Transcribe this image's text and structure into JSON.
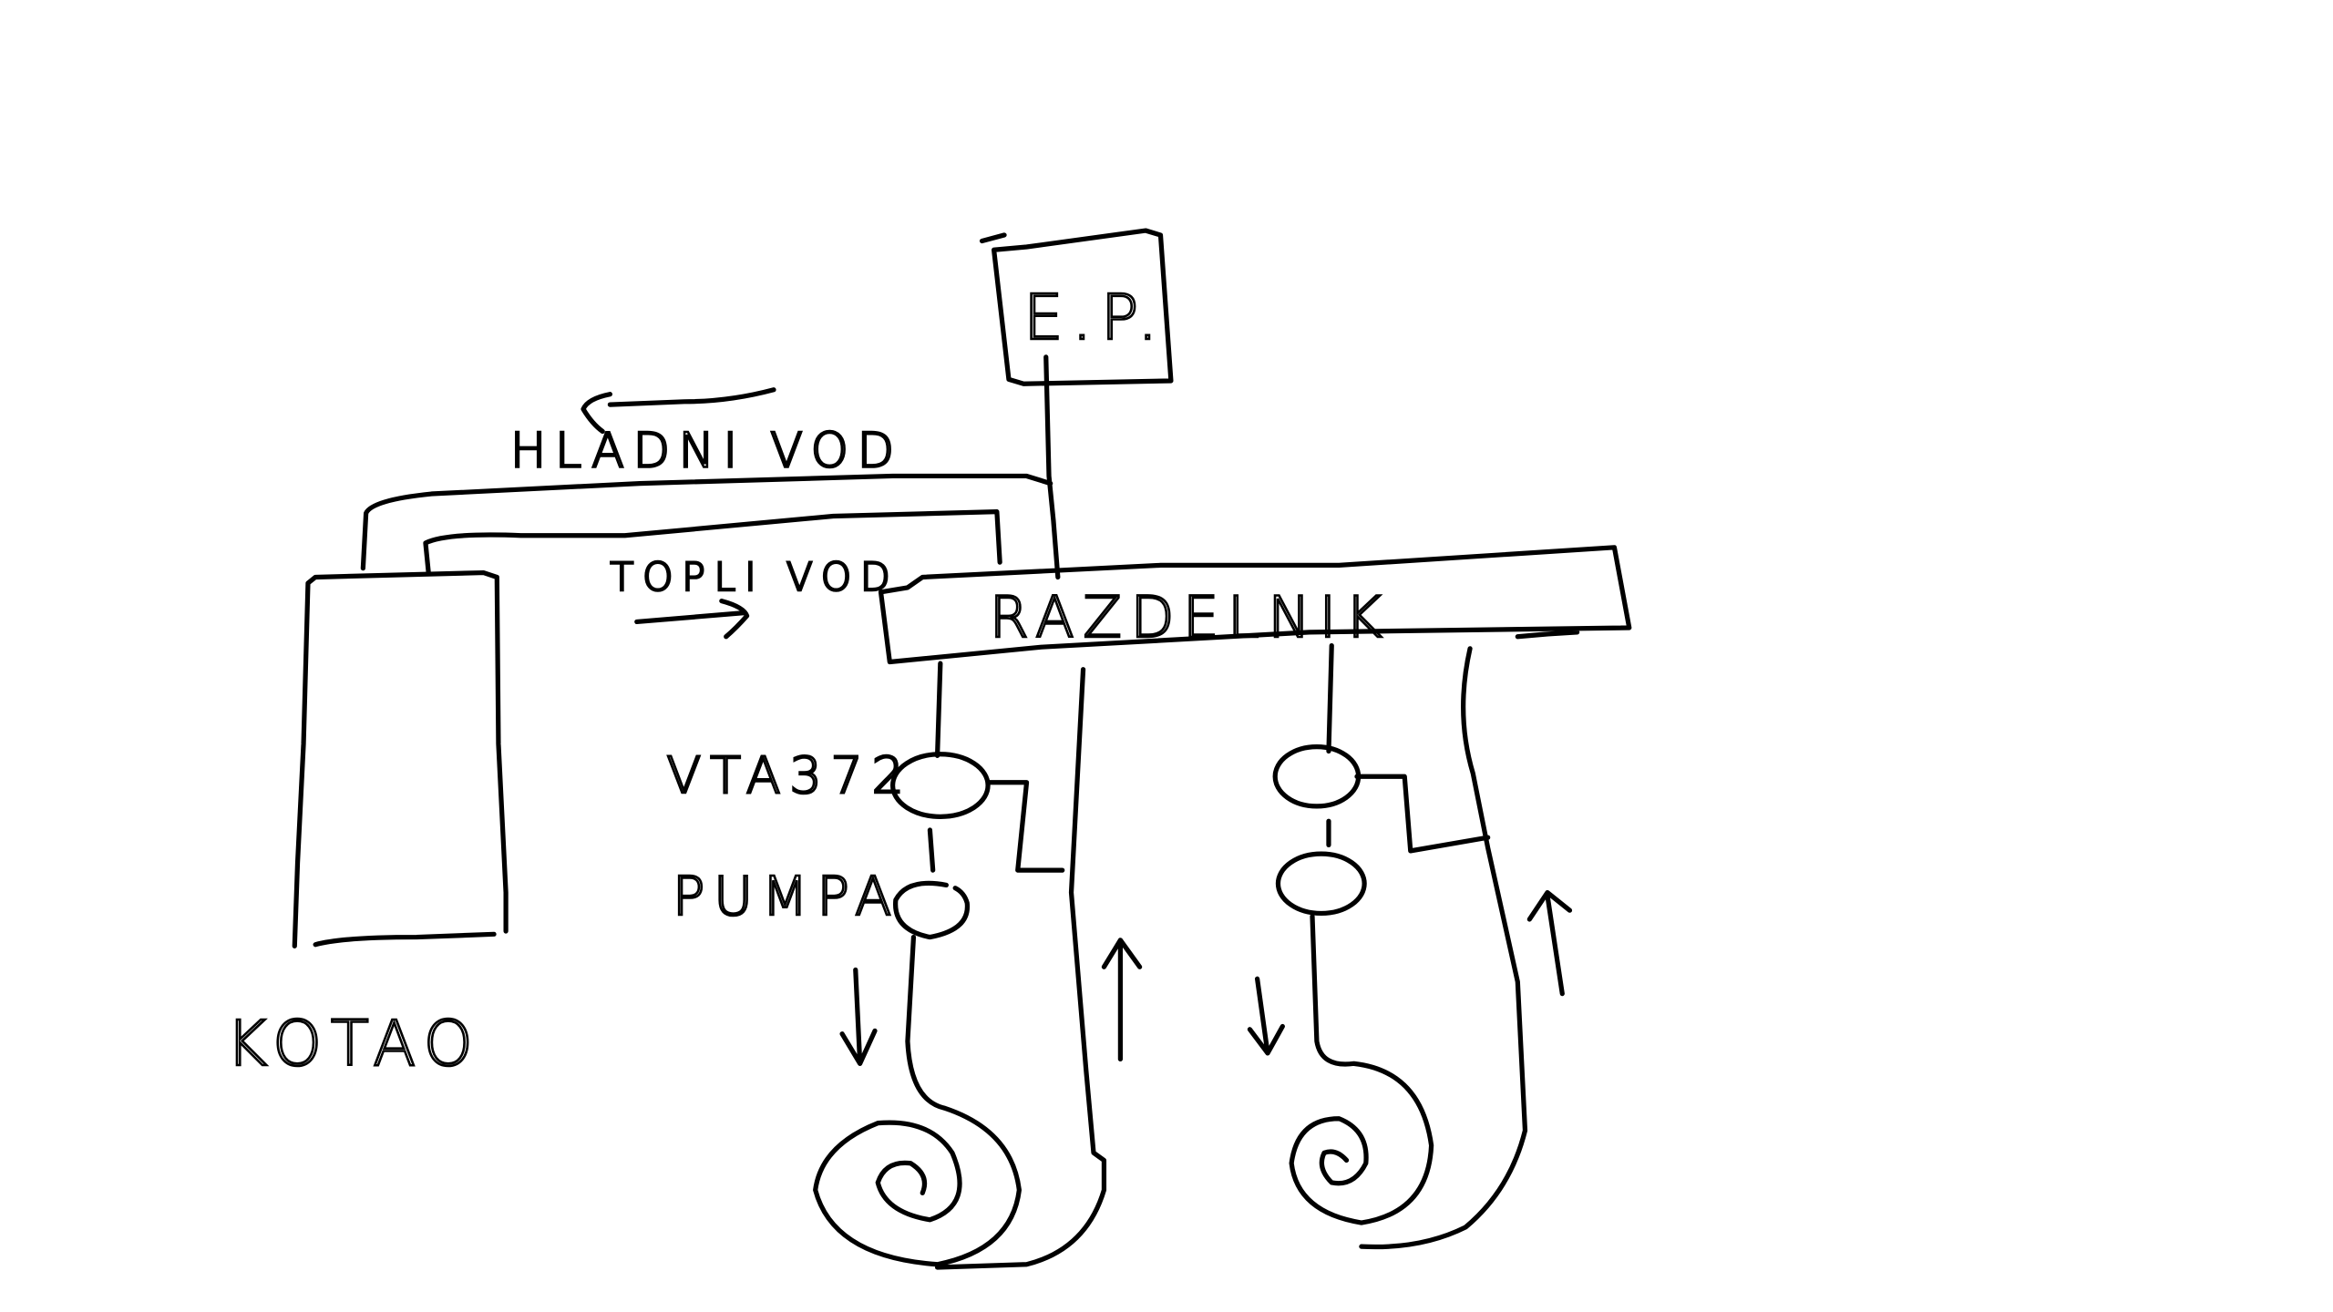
{
  "diagram": {
    "ep_label": "E.P.",
    "cold_pipe_label": "HLADNI VOD",
    "hot_pipe_label": "TOPLI VOD",
    "manifold_label": "RAZDELNIK",
    "valve_label": "VTA372",
    "pump_label": "PUMPA",
    "boiler_label": "KOTAO"
  },
  "colors": {
    "ink": "#000000",
    "background": "#ffffff"
  }
}
